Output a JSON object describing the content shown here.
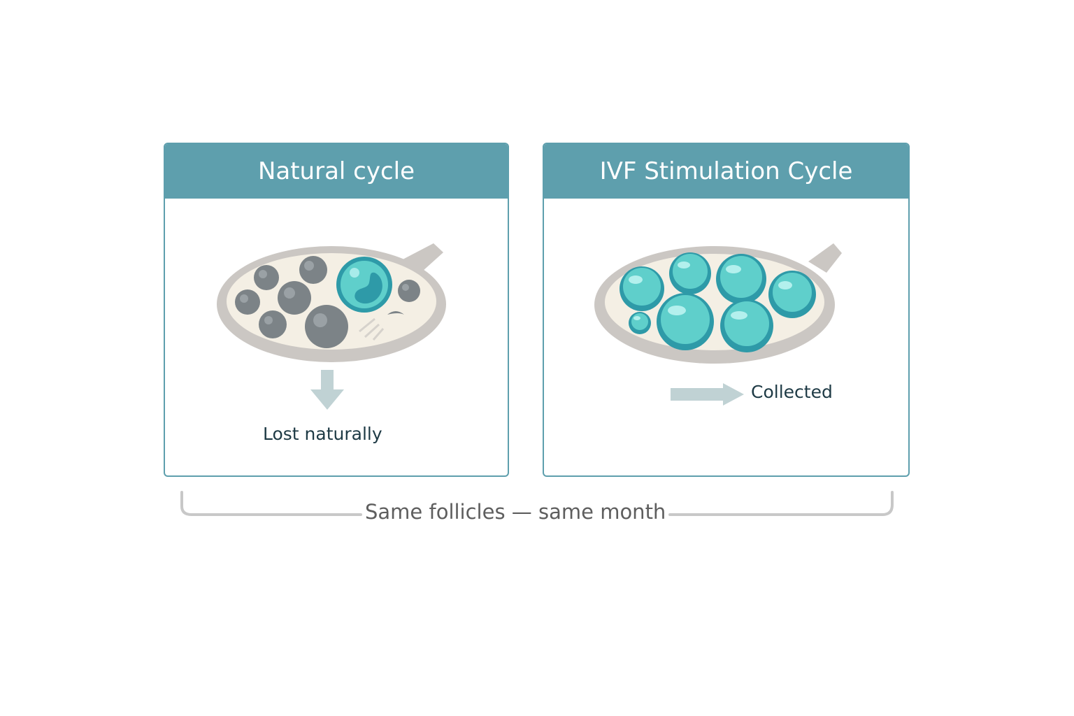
{
  "panels": {
    "natural": {
      "title": "Natural cycle",
      "caption": "Lost naturally"
    },
    "ivf": {
      "title": "IVF Stimulation Cycle",
      "caption": "Collected"
    }
  },
  "bracket_label": "Same follicles — same month",
  "colors": {
    "header": "#5e9fad",
    "ovary_fill": "#f4efe4",
    "ovary_outline": "#cbc7c3",
    "follicle_grey": "#7c8387",
    "follicle_teal": "#5fcfcb",
    "follicle_teal_dark": "#2e9aa8",
    "arrow": "#c0d2d4",
    "text_dark": "#1e3a45",
    "bracket": "#c8c8c8"
  },
  "icons": {
    "natural_ovary": "ovary-with-grey-follicles-icon",
    "ivf_ovary": "ovary-with-teal-follicles-icon",
    "down_arrow": "down-arrow-icon",
    "right_arrow": "right-arrow-icon"
  }
}
